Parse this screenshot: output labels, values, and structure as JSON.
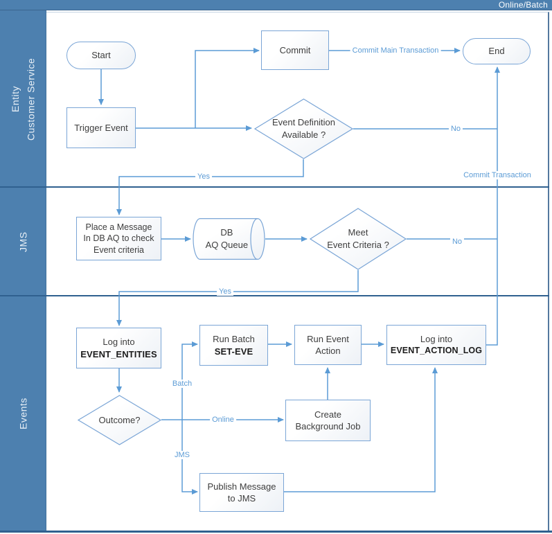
{
  "header": {
    "title": "Online/Batch"
  },
  "lanes": [
    {
      "id": "entity-customer-service",
      "label": "Entity\nCustomer Service"
    },
    {
      "id": "jms",
      "label": "JMS"
    },
    {
      "id": "events",
      "label": "Events"
    }
  ],
  "nodes": {
    "start": {
      "type": "terminator",
      "label": "Start"
    },
    "trigger": {
      "type": "process",
      "label": "Trigger Event"
    },
    "commit": {
      "type": "process",
      "label": "Commit"
    },
    "end": {
      "type": "terminator",
      "label": "End"
    },
    "event_def": {
      "type": "decision",
      "label": "Event Definition\nAvailable ?"
    },
    "place_msg": {
      "type": "process",
      "label": "Place a Message\nIn DB AQ to check\nEvent criteria"
    },
    "db_queue": {
      "type": "queue",
      "label": "DB\nAQ Queue"
    },
    "meet": {
      "type": "decision",
      "label": "Meet\nEvent Criteria ?"
    },
    "log_entities": {
      "type": "process",
      "line1": "Log into",
      "line2": "EVENT_ENTITIES"
    },
    "outcome": {
      "type": "decision",
      "label": "Outcome?"
    },
    "run_batch": {
      "type": "process",
      "line1": "Run Batch",
      "line2": "SET-EVE"
    },
    "run_event": {
      "type": "process",
      "label": "Run Event\nAction"
    },
    "log_action": {
      "type": "process",
      "line1": "Log into",
      "line2": "EVENT_ACTION_LOG"
    },
    "create_job": {
      "type": "process",
      "label": "Create\nBackground Job"
    },
    "publish": {
      "type": "process",
      "label": "Publish Message\nto JMS"
    }
  },
  "edge_labels": {
    "commit_main": "Commit Main Transaction",
    "no1": "No",
    "commit_txn": "Commit Transaction",
    "yes1": "Yes",
    "no2": "No",
    "yes2": "Yes",
    "batch": "Batch",
    "online": "Online",
    "jms": "JMS"
  },
  "colors": {
    "lane_fill": "#4D80AF",
    "divider": "#2F608F",
    "connector": "#5B9BD5",
    "shape_border": "#7AA5D6",
    "edge_label_text": "#5B9BD5"
  }
}
